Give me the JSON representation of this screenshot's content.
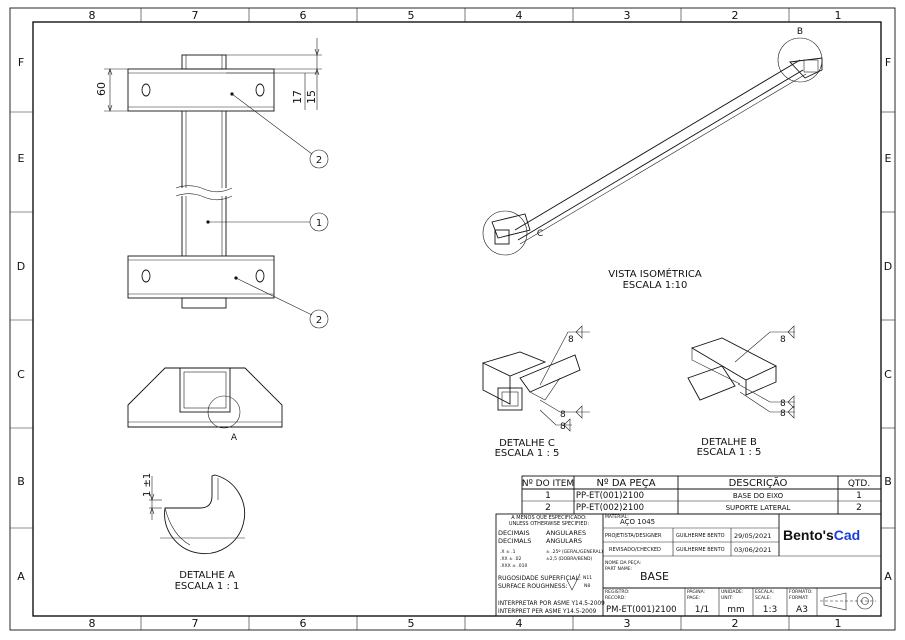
{
  "zone_columns": [
    "8",
    "7",
    "6",
    "5",
    "4",
    "3",
    "2",
    "1"
  ],
  "zone_rows": [
    "F",
    "E",
    "D",
    "C",
    "B",
    "A"
  ],
  "dimensions": {
    "height_60": "60",
    "d17": "17",
    "d15": "15",
    "tol": "1 ±1"
  },
  "balloons": {
    "b1": "2",
    "b2": "1",
    "b3": "2"
  },
  "detail_marks": {
    "a": "A",
    "b": "B",
    "c": "C"
  },
  "views": {
    "iso_line1": "VISTA ISOMÉTRICA",
    "iso_line2": "ESCALA 1:10",
    "detail_c_1": "DETALHE C",
    "detail_c_2": "ESCALA 1 : 5",
    "detail_b_1": "DETALHE B",
    "detail_b_2": "ESCALA 1 : 5",
    "detail_a_1": "DETALHE A",
    "detail_a_2": "ESCALA 1 : 1"
  },
  "weld": {
    "w1": "8",
    "w2": "8",
    "w3": "8",
    "w4": "8",
    "w5": "8",
    "w6": "8"
  },
  "bom": {
    "headers": [
      "Nº DO ITEM",
      "Nº DA PEÇA",
      "DESCRIÇÃO",
      "QTD."
    ],
    "rows": [
      {
        "item": "1",
        "part": "PP-ET(001)2100",
        "desc": "BASE DO EIXO",
        "qty": "1"
      },
      {
        "item": "2",
        "part": "PP-ET(002)2100",
        "desc": "SUPORTE LATERAL",
        "qty": "2"
      }
    ]
  },
  "title_block": {
    "unless_1": "A MENOS QUE ESPECIFICADO:",
    "unless_2": "UNLESS OTHERWISE SPECIFIED:",
    "decimais_1": "DECIMAIS",
    "decimais_2": "DECIMALS",
    "angulares_1": "ANGULARES",
    "angulares_2": "ANGULARS",
    "tol_1": ".X ± .1",
    "tol_2": ".XX ± .02",
    "tol_3": ".XXX ± .010",
    "ang_1": "± .25º (GERAL/GENERAL)",
    "ang_2": "±2,5 (DOBRA/BEND)",
    "rug_1": "RUGOSIDADE SUPERFICIAL:",
    "rug_2": "SURFACE ROUGHNESS:",
    "rug_val_1": "N11",
    "rug_val_2": "N8",
    "asme_1": "INTERPRETAR POR ASME Y14.5-2009",
    "asme_2": "INTERPRET PER ASME Y14.5-2009",
    "material_label": "MATERIAL:",
    "material": "AÇO 1045",
    "designer_label": "PROJETISTA/DESIGNER",
    "designer": "GUILHERME BENTO",
    "designer_date": "29/05/2021",
    "checked_label": "REVISADO/CHECKED",
    "checked": "GUILHERME BENTO",
    "checked_date": "03/06/2021",
    "brand_a": "Bento's",
    "brand_b": "Cad",
    "partname_label_1": "NOME DA PEÇA:",
    "partname_label_2": "PART NAME:",
    "partname": "BASE",
    "record_label_1": "REGISTRO:",
    "record_label_2": "RECORD:",
    "record": "PM-ET(001)2100",
    "page_label_1": "PÁGINA:",
    "page_label_2": "PAGE:",
    "page": "1/1",
    "unit_label_1": "UNIDADE:",
    "unit_label_2": "UNIT:",
    "unit": "mm",
    "scale_label_1": "ESCALA:",
    "scale_label_2": "SCALE:",
    "scale": "1:3",
    "format_label_1": "FORMATO:",
    "format_label_2": "FORMAT:",
    "format": "A3"
  },
  "colors": {
    "brand_dark": "#111111",
    "brand_accent": "#1a3fd8"
  }
}
